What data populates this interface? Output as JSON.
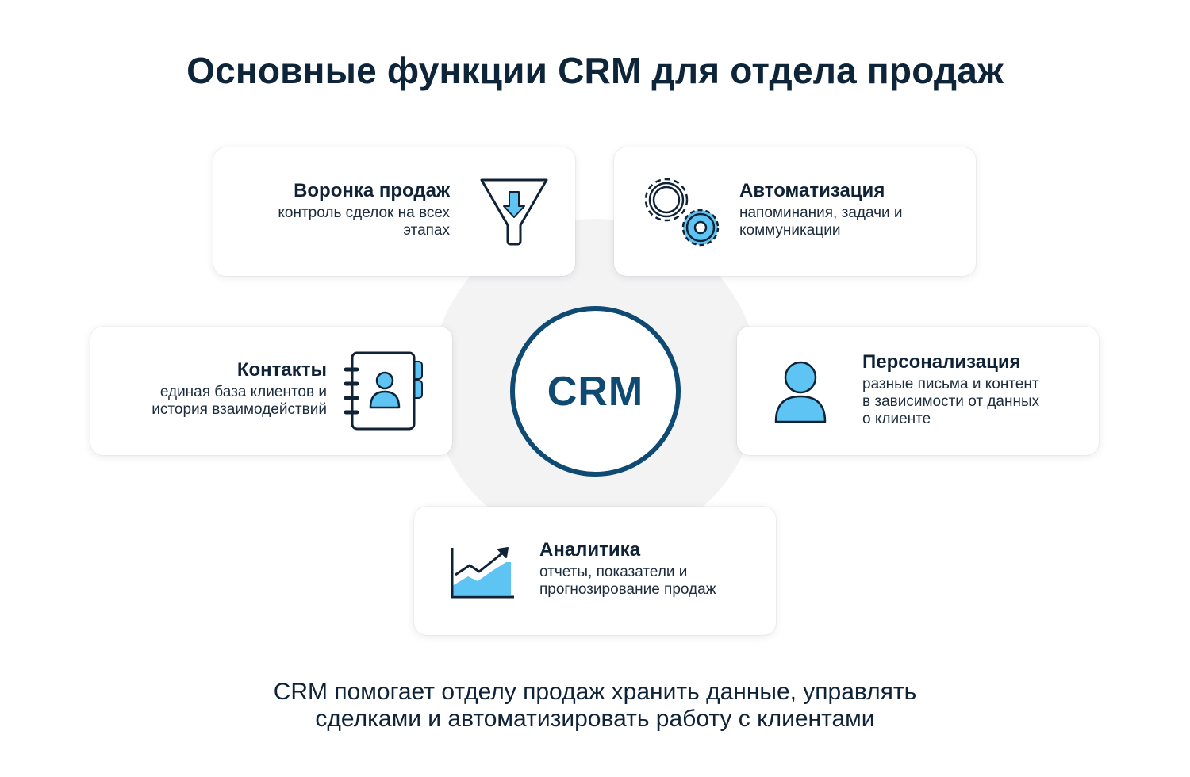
{
  "title": "Основные функции CRM для отдела продаж",
  "hub": {
    "label": "CRM"
  },
  "cards": {
    "funnel": {
      "heading": "Воронка продаж",
      "desc_1": "контроль сделок на всех",
      "desc_2": "этапах",
      "icon": "funnel-icon"
    },
    "automation": {
      "heading": "Автоматизация",
      "desc_1": "напоминания, задачи и",
      "desc_2": "коммуникации",
      "icon": "gears-icon"
    },
    "contacts": {
      "heading": "Контакты",
      "desc_1": "единая база клиентов и",
      "desc_2": "история взаимодействий",
      "icon": "contact-book-icon"
    },
    "personalization": {
      "heading": "Персонализация",
      "desc_1": "разные письма и контент",
      "desc_2": "в зависимости от данных",
      "desc_3": "о клиенте",
      "icon": "user-icon"
    },
    "analytics": {
      "heading": "Аналитика",
      "desc_1": "отчеты, показатели и",
      "desc_2": "прогнозирование продаж",
      "icon": "growth-chart-icon"
    }
  },
  "footer": {
    "line_1": "CRM помогает отделу продаж хранить данные, управлять",
    "line_2": "сделками и автоматизировать работу с клиентами"
  },
  "colors": {
    "navy": "#0f4a72",
    "dark": "#0f2236",
    "accent": "#5ec4f4",
    "hub_bg": "#f3f3f4"
  }
}
